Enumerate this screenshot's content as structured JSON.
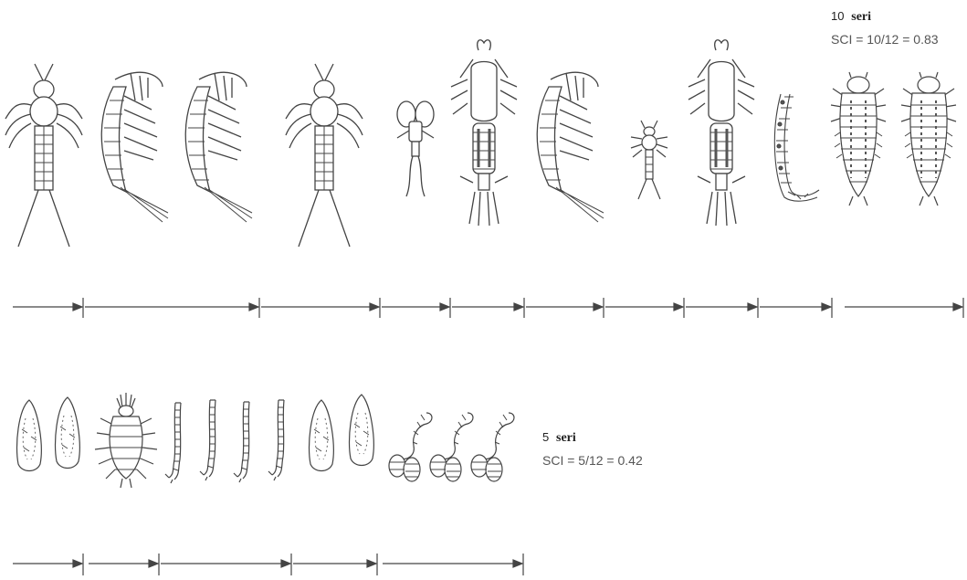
{
  "top_series": {
    "count": "10",
    "word": "seri",
    "sci_text": "SCI = 10/12 = 0.83",
    "organisms": [
      "mayfly",
      "amphipod",
      "amphipod",
      "mayfly",
      "water-mite",
      "shrimp",
      "amphipod",
      "small-mayfly",
      "shrimp",
      "worm-cluster",
      "beetle-larva",
      "beetle-larva"
    ],
    "run_count": 10
  },
  "bottom_series": {
    "count": "5",
    "word": "seri",
    "sci_text": "SCI = 5/12 = 0.42",
    "organisms": [
      "leech",
      "leech",
      "spiny-larva",
      "midge-larva",
      "midge-larva",
      "midge-larva",
      "midge-larva",
      "leech",
      "leech",
      "coiled-worm",
      "coiled-worm",
      "coiled-worm"
    ],
    "run_count": 5
  },
  "colors": {
    "line": "#444444",
    "fill": "#ffffff",
    "shade": "#555555"
  }
}
